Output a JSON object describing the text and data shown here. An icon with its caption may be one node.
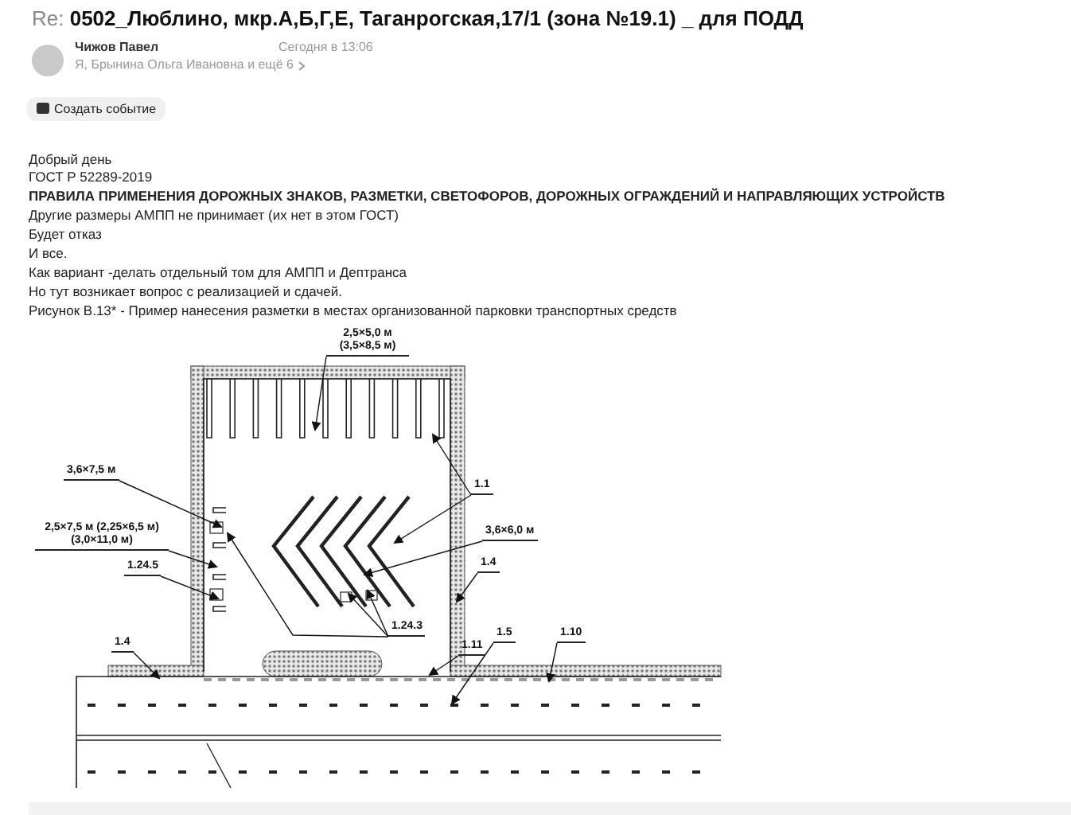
{
  "diagram": {
    "title": "Re: **0502_Люблино, мкр.А,Б,Г,Е, Таганрогская,17/1 (зона №19.1) _ для ПОДД**",
    "nodes": [
      {
        "text": [
          "2,5×5,0 м (3,5×8,5 м)"
        ]
      },
      {
        "text": [
          "3,6×7,5 м"
        ]
      },
      {
        "text": [
          "2,5×7,5 м (2,25×6,5 м) (3,0×11,0 м)"
        ]
      },
      {
        "text": [
          "1.24.5"
        ]
      },
      {
        "text": [
          "1.1"
        ]
      },
      {
        "text": [
          "3,6×6,0 м"
        ]
      },
      {
        "text": [
          "1.24.3"
        ]
      },
      {
        "text": [
          "1.4"
        ]
      },
      {
        "text": [
          "1.11"
        ]
      },
      {
        "text": [
          "1.5"
        ]
      },
      {
        "text": [
          "1.10"
        ]
      },
      {
        "text": [
          "1.4"
        ]
      }
    ],
    "edges": [
      {
        "from": 0,
        "to": null,
        "arrow": "to"
      },
      {
        "from": 1,
        "to": null,
        "arrow": "to"
      },
      {
        "from": 2,
        "to": null,
        "arrow": "to"
      },
      {
        "from": 3,
        "to": null,
        "arrow": "to"
      },
      {
        "from": 4,
        "to": null,
        "arrow": "to"
      },
      {
        "from": 4,
        "to": null,
        "arrow": "to"
      },
      {
        "from": 5,
        "to": null,
        "arrow": "to"
      },
      {
        "from": 6,
        "to": null,
        "arrow": "to"
      },
      {
        "from": 6,
        "to": null,
        "arrow": "to"
      },
      {
        "from": 6,
        "to": null,
        "arrow": "to"
      },
      {
        "from": 7,
        "to": null,
        "arrow": "to"
      },
      {
        "from": 8,
        "to": null,
        "arrow": "to"
      },
      {
        "from": 9,
        "to": null,
        "arrow": "to"
      },
      {
        "from": 10,
        "to": null,
        "arrow": "to"
      },
      {
        "from": 11,
        "to": null,
        "arrow": "to"
      }
    ],
    "labels": [
      "Чижов Павел",
      "Сегодня в 13:06",
      "Я, Брынина Ольга Ивановна и ещё 6",
      "Создать событие",
      "Добрый день",
      "ГОСТ Р 52289-2019",
      "ПРАВИЛА ПРИМЕНЕНИЯ ДОРОЖНЫХ ЗНАКОВ, РАЗМЕТКИ, СВЕТОФОРОВ, ДОРОЖНЫХ ОГРАЖДЕНИЙ И НАПРАВЛЯЮЩИХ УСТРОЙСТВ",
      "Другие размеры АМПП не принимает (их нет в этом ГОСТ)",
      "Будет отказ",
      "И все.",
      "Как вариант -делать отдельный том для АМПП и Дептранса",
      "Но тут возникает вопрос с реализацией и сдачей.",
      "Рисунок В.13* - Пример нанесения разметки в местах организованной парковки транспортных средств"
    ]
  }
}
